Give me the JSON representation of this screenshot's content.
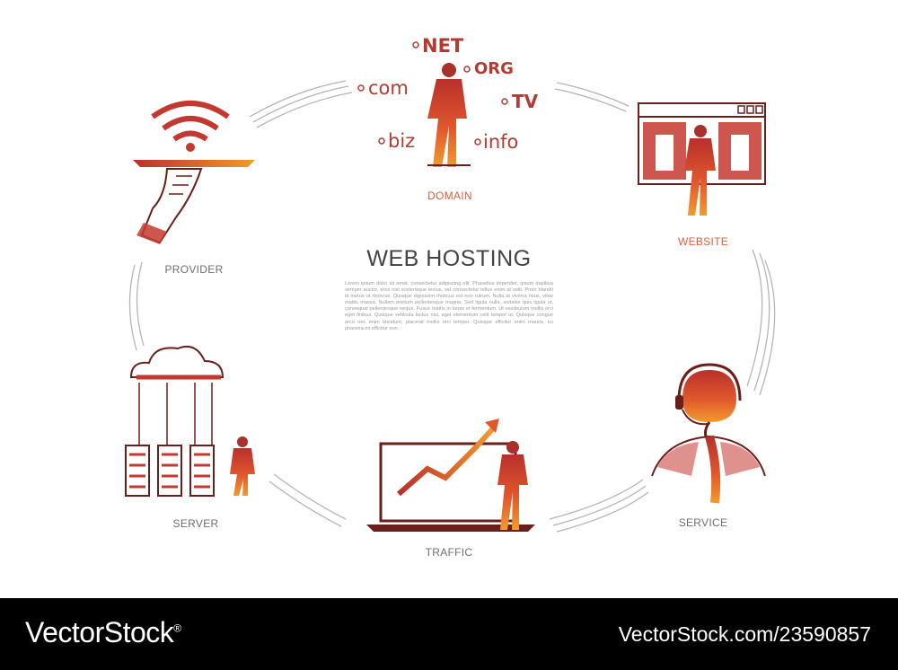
{
  "diagram": {
    "title": "WEB HOSTING",
    "body_text": "Lorem ipsum dolor sit amet, consectetur adipiscing elit. Phasellus imperdiet, ipsum dapibus semper auctor, eros nisi scelerisque lectus, vel consectetur tellus enim at velit. Proin blandit id metus ut rhoncus. Quisque dignissim rhoncus est non rutrum. Nulla at viverra risus, vitae mattis massa. Nullam pretium pellentesque magna. Sed ligula nulla, sodales quis ligula ut, consequat pellentesque neque. Fusce mattis in turpis et fermentum. Ut vestibulum mollis orci eget finibus. Quisque vehicula luctus nisl, eget elementum velit tempor ut. Quisque congue arcu nec enim tincidunt, placerat mollis orci tempor. Quisque efficitur enim mauris, eu pharetra mi efficitur non.",
    "nodes": {
      "domain": "DOMAIN",
      "website": "WEBSITE",
      "service": "SERVICE",
      "traffic": "TRAFFIC",
      "server": "SERVER",
      "provider": "PROVIDER"
    },
    "domain_tags": {
      "net": "NET",
      "org": "ORG",
      "com": "com",
      "tv": "TV",
      "biz": "biz",
      "info": "info"
    }
  },
  "watermark": {
    "brand": "VectorStock",
    "registered": "®",
    "url": "VectorStock.com/23590857"
  },
  "colors": {
    "accent_red": "#c4392f",
    "accent_orange": "#f08a2c",
    "sketch_dark": "#6a1f1a",
    "connector_grey": "#b5b5b5",
    "label_grey": "#6e6e6e",
    "label_accent": "#d9603a",
    "footer_bg": "#000000"
  }
}
